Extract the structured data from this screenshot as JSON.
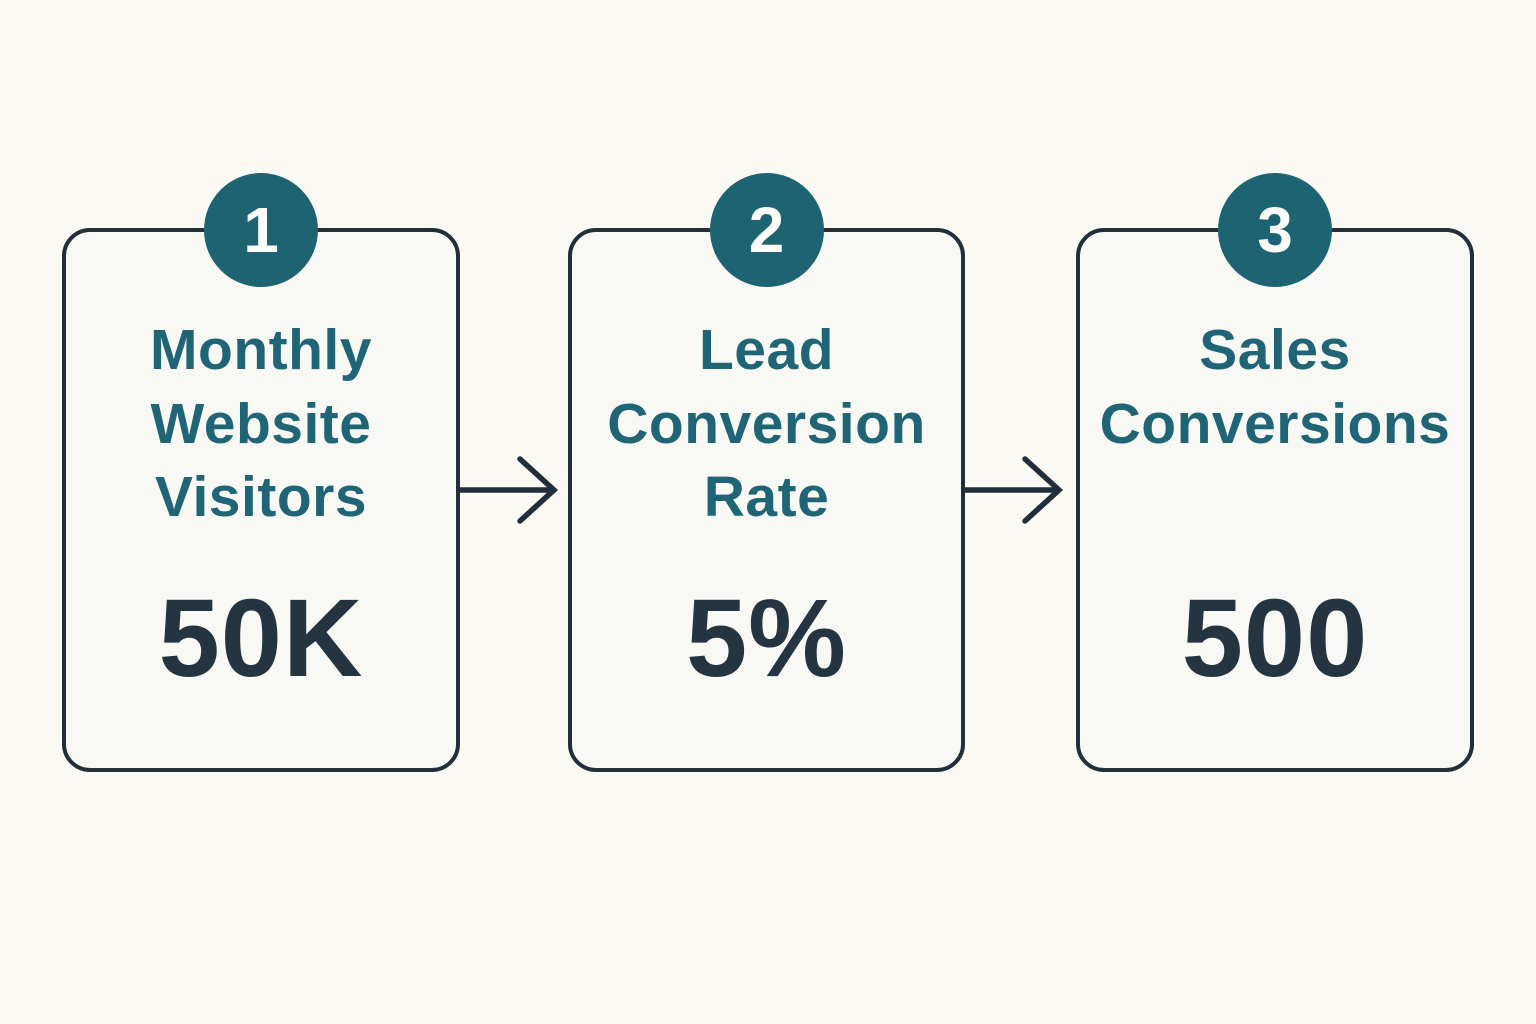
{
  "funnel": {
    "steps": [
      {
        "number": "1",
        "label": "Monthly\nWebsite\nVisitors",
        "value": "50K"
      },
      {
        "number": "2",
        "label": "Lead\nConversion\nRate",
        "value": "5%"
      },
      {
        "number": "3",
        "label": "Sales\nConversions",
        "value": "500"
      }
    ],
    "icons": {
      "connector": "arrow-right-icon"
    },
    "colors": {
      "badge_teal": "#1d6372",
      "label_teal": "#1f6576",
      "value_dark": "#243441",
      "outline_dark": "#222f3b",
      "background": "#faf9f4"
    }
  }
}
